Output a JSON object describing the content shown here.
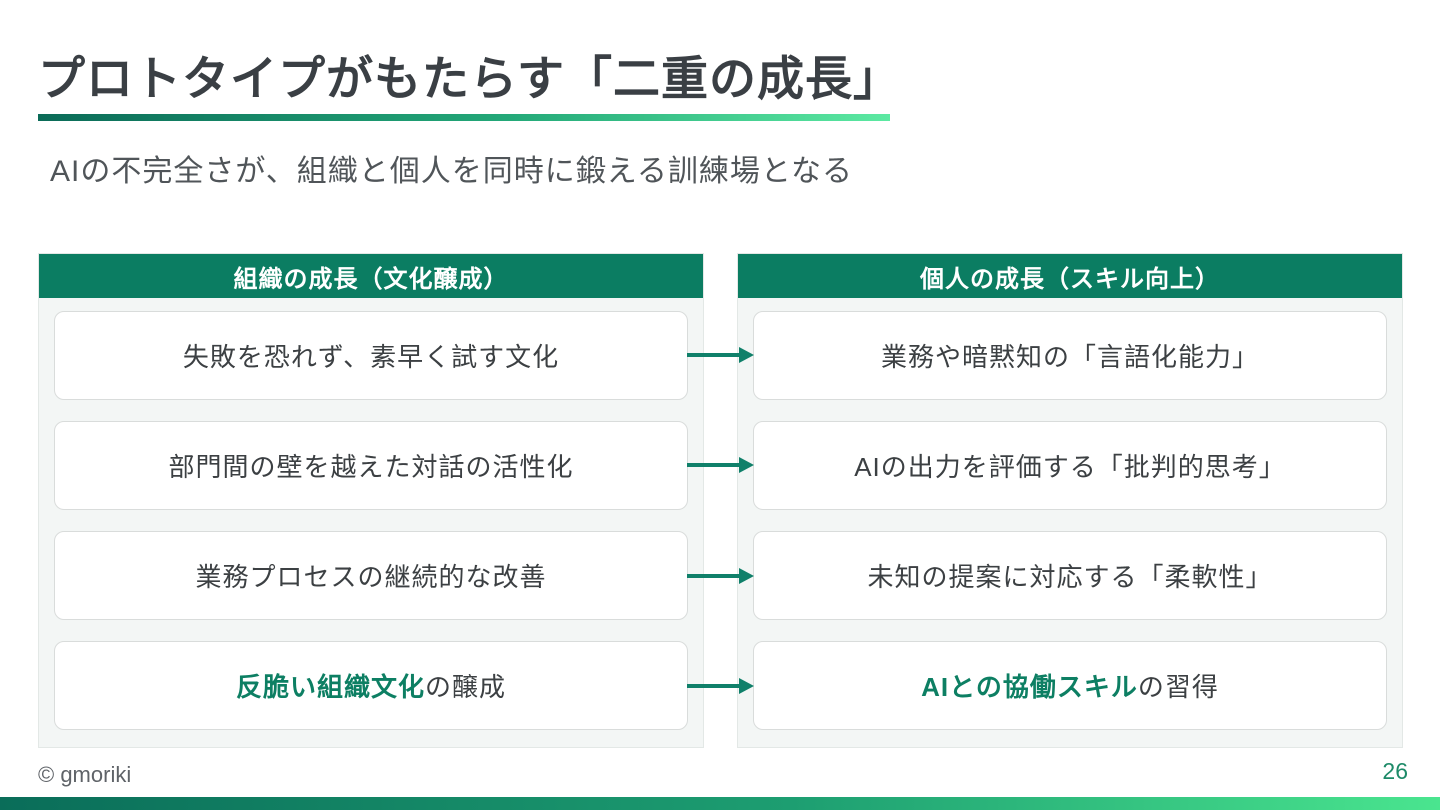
{
  "slide": {
    "title": "プロトタイプがもたらす「二重の成長」",
    "subtitle": "AIの不完全さが、組織と個人を同時に鍛える訓練場となる",
    "columns": [
      {
        "header": "組織の成長（文化醸成）",
        "items": [
          {
            "text": "失敗を恐れず、素早く試す文化"
          },
          {
            "text": "部門間の壁を越えた対話の活性化"
          },
          {
            "text": "業務プロセスの継続的な改善"
          },
          {
            "highlight": "反脆い組織文化",
            "rest": "の醸成"
          }
        ]
      },
      {
        "header": "個人の成長（スキル向上）",
        "items": [
          {
            "text": "業務や暗黙知の「言語化能力」"
          },
          {
            "text": "AIの出力を評価する「批判的思考」"
          },
          {
            "text": "未知の提案に対応する「柔軟性」"
          },
          {
            "highlight": "AIとの協働スキル",
            "rest": "の習得"
          }
        ]
      }
    ],
    "footer": {
      "copyright": "© gmoriki",
      "page_number": "26"
    },
    "colors": {
      "header_green": "#0b7d62",
      "highlight_green": "#0d7f63",
      "arrow_green": "#10806a",
      "rule_gradient_start": "#0b6b58",
      "rule_gradient_end": "#5ce9a2",
      "panel_background": "#f3f6f5",
      "card_border": "#d9dcdb",
      "title_text": "#3a3f44",
      "body_text": "#3c4043",
      "page_number_green": "#1d8a68"
    }
  }
}
